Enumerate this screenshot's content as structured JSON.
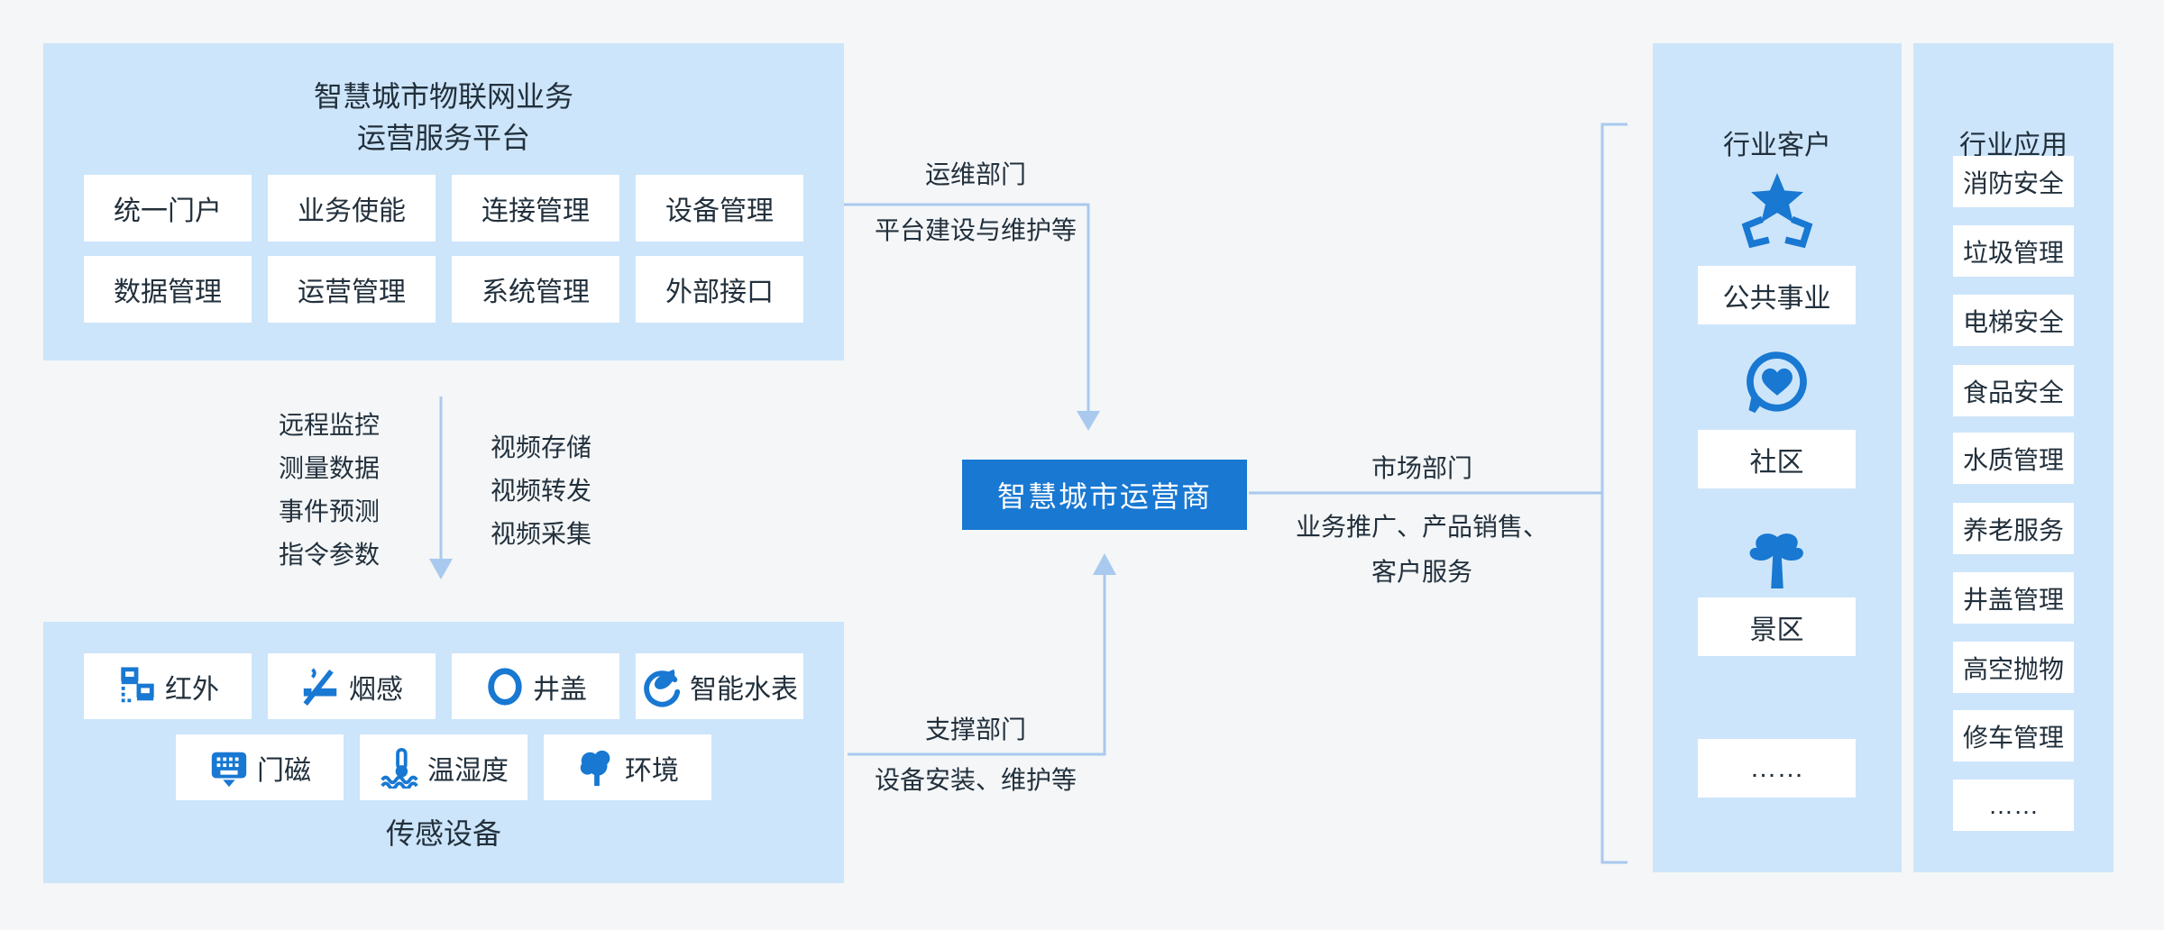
{
  "platform": {
    "title_line1": "智慧城市物联网业务",
    "title_line2": "运营服务平台",
    "modules": [
      "统一门户",
      "业务使能",
      "连接管理",
      "设备管理",
      "数据管理",
      "运营管理",
      "系统管理",
      "外部接口"
    ]
  },
  "data_flow": {
    "down_labels": [
      "远程监控",
      "测量数据",
      "事件预测",
      "指令参数"
    ],
    "video_labels": [
      "视频存储",
      "视频转发",
      "视频采集"
    ]
  },
  "sensors": {
    "caption": "传感设备",
    "row1": [
      {
        "icon": "infrared-icon",
        "label": "红外"
      },
      {
        "icon": "smoke-icon",
        "label": "烟感"
      },
      {
        "icon": "manhole-icon",
        "label": "井盖"
      },
      {
        "icon": "water-meter-icon",
        "label": "智能水表"
      }
    ],
    "row2": [
      {
        "icon": "door-magnet-icon",
        "label": "门磁"
      },
      {
        "icon": "temp-humidity-icon",
        "label": "温湿度"
      },
      {
        "icon": "environment-icon",
        "label": "环境"
      }
    ]
  },
  "operator": {
    "label": "智慧城市运营商"
  },
  "departments": {
    "ops": {
      "name": "运维部门",
      "desc": "平台建设与维护等"
    },
    "support": {
      "name": "支撑部门",
      "desc": "设备安装、维护等"
    },
    "market": {
      "name": "市场部门",
      "desc_line1": "业务推广、产品销售、",
      "desc_line2": "客户服务"
    }
  },
  "customers": {
    "title": "行业客户",
    "items": [
      {
        "icon": "utilities-icon",
        "label": "公共事业"
      },
      {
        "icon": "community-icon",
        "label": "社区"
      },
      {
        "icon": "scenic-icon",
        "label": "景区"
      }
    ],
    "more": "……"
  },
  "applications": {
    "title": "行业应用",
    "items": [
      "消防安全",
      "垃圾管理",
      "电梯安全",
      "食品安全",
      "水质管理",
      "养老服务",
      "井盖管理",
      "高空抛物",
      "修车管理",
      "……"
    ]
  },
  "colors": {
    "accent_blue": "#1878d2",
    "panel_blue": "#cde5fa",
    "connector_blue": "#a9c9ef",
    "text_dark": "#22303c",
    "background": "#f4f6f7"
  }
}
